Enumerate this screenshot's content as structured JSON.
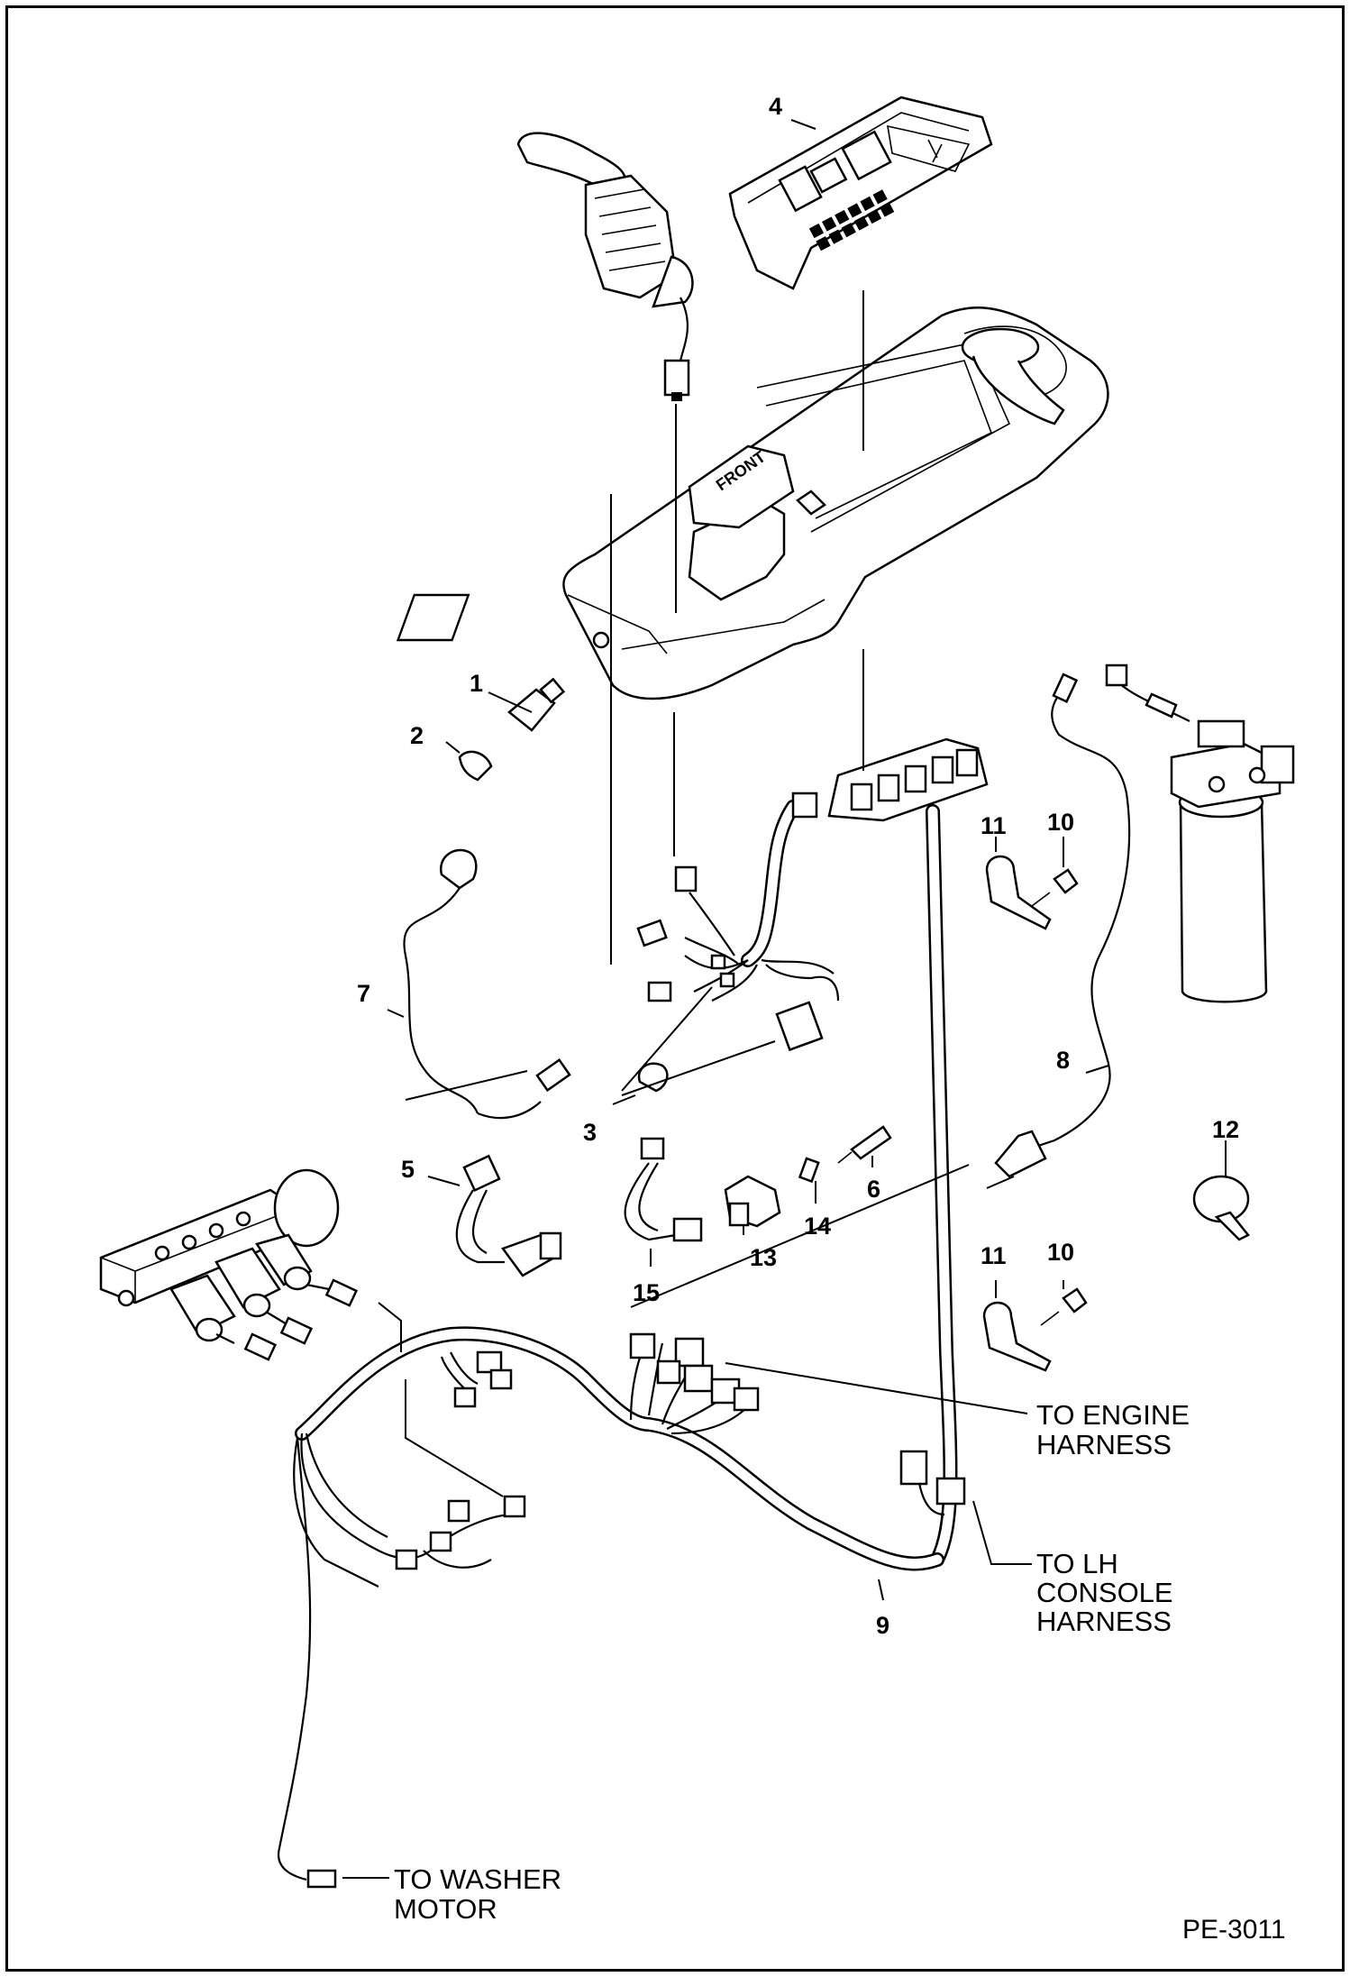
{
  "diagram": {
    "callouts": [
      {
        "id": "1",
        "text": "1"
      },
      {
        "id": "2",
        "text": "2"
      },
      {
        "id": "3",
        "text": "3"
      },
      {
        "id": "4",
        "text": "4"
      },
      {
        "id": "5",
        "text": "5"
      },
      {
        "id": "6",
        "text": "6"
      },
      {
        "id": "7",
        "text": "7"
      },
      {
        "id": "8",
        "text": "8"
      },
      {
        "id": "9",
        "text": "9"
      },
      {
        "id": "10a",
        "text": "10"
      },
      {
        "id": "10b",
        "text": "10"
      },
      {
        "id": "11a",
        "text": "11"
      },
      {
        "id": "11b",
        "text": "11"
      },
      {
        "id": "12",
        "text": "12"
      },
      {
        "id": "13",
        "text": "13"
      },
      {
        "id": "14",
        "text": "14"
      },
      {
        "id": "15",
        "text": "15"
      }
    ],
    "notes": {
      "engine_line1": "TO ENGINE",
      "engine_line2": "HARNESS",
      "lh_line1": "TO LH",
      "lh_line2": "CONSOLE",
      "lh_line3": "HARNESS",
      "washer_line1": "TO WASHER",
      "washer_line2": "MOTOR"
    },
    "figure_id": "PE-3011",
    "panel_text": "FRONT"
  }
}
